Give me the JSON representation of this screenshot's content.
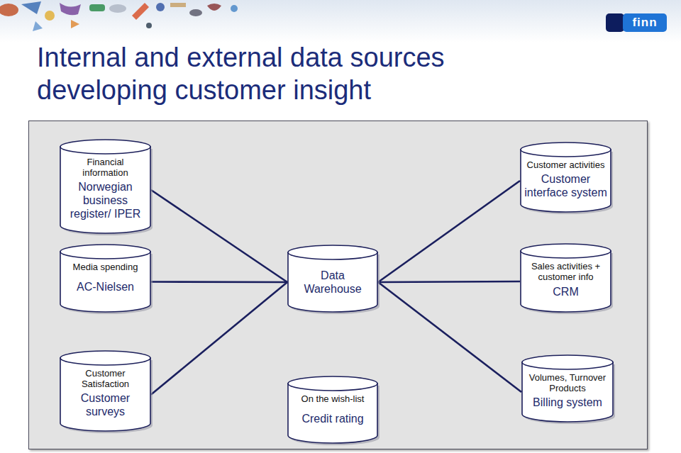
{
  "diagram": {
    "title": "Internal and external data sources developing customer insight",
    "nodes": [
      {
        "text": [
          "Financial information",
          "Norwegian business register/ IPER"
        ]
      },
      {
        "text": [
          "Customer activities",
          "Customer interface system"
        ]
      },
      {
        "text": [
          "Media spending",
          "AC-Nielsen"
        ]
      },
      {
        "text": [
          "Data Warehouse"
        ]
      },
      {
        "text": [
          "Sales activities + customer info",
          "CRM"
        ]
      },
      {
        "text": [
          "Customer Satisfaction",
          "Customer surveys"
        ]
      },
      {
        "text": [
          "On the wish-list",
          "Credit rating"
        ]
      },
      {
        "text": [
          "Volumes, Turnover Products",
          "Billing system"
        ]
      }
    ],
    "edges": [
      {
        "from": 0,
        "to": 3,
        "arrow": "none"
      },
      {
        "from": 1,
        "to": 3,
        "arrow": "none"
      },
      {
        "from": 2,
        "to": 3,
        "arrow": "none"
      },
      {
        "from": 4,
        "to": 3,
        "arrow": "none"
      },
      {
        "from": 5,
        "to": 3,
        "arrow": "none"
      },
      {
        "from": 7,
        "to": 3,
        "arrow": "none"
      }
    ],
    "labels": [
      "finn"
    ]
  }
}
